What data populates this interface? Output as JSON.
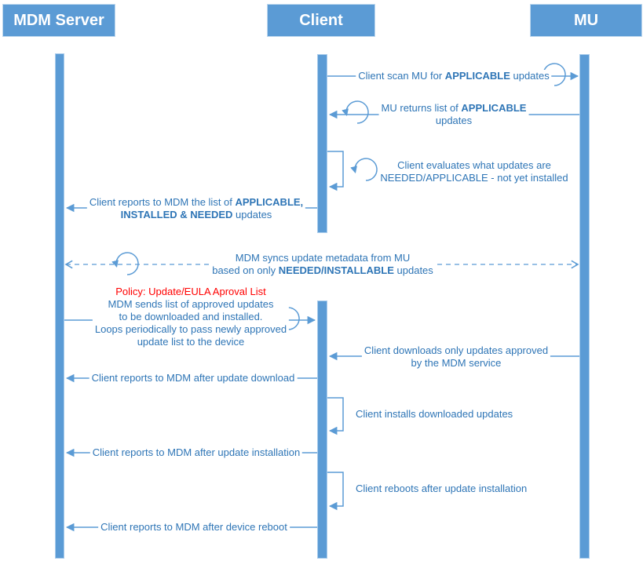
{
  "actors": [
    {
      "name": "MDM Server"
    },
    {
      "name": "Client"
    },
    {
      "name": "MU"
    }
  ],
  "colors": {
    "accent_blue": "#5B9BD5",
    "label_text_blue": "#2E75B6",
    "policy_red": "#FF0000"
  },
  "messages": {
    "scan": {
      "pre": "Client scan MU for ",
      "bold": "APPLICABLE",
      "post": " updates"
    },
    "returns": {
      "pre": "MU returns list of ",
      "bold": "APPLICABLE",
      "line2": "updates"
    },
    "evaluates": {
      "line1": "Client evaluates what updates are",
      "line2": "NEEDED/APPLICABLE - not yet installed"
    },
    "reports_list": {
      "pre": "Client reports to MDM the list of ",
      "bold1": "APPLICABLE,",
      "bold2": "INSTALLED & NEEDED",
      "post": " updates"
    },
    "syncs": {
      "line1": "MDM syncs update metadata from MU",
      "pre2": "based on only ",
      "bold2": "NEEDED/INSTALLABLE",
      "post2": " updates"
    },
    "policy": {
      "title": "Policy: Update/EULA Aproval List",
      "line1": "MDM sends list of approved updates",
      "line2": "to be downloaded and installed.",
      "line3": "Loops periodically to pass newly approved",
      "line4": "update list to the device"
    },
    "downloads": {
      "line1": "Client downloads only updates approved",
      "line2": "by the MDM service"
    },
    "report_download": {
      "text": "Client reports to MDM after update download"
    },
    "installs": {
      "text": "Client installs downloaded updates"
    },
    "report_install": {
      "text": "Client reports to MDM after update installation"
    },
    "reboots": {
      "text": "Client reboots after update installation"
    },
    "report_reboot": {
      "text": "Client reports to MDM after device reboot"
    }
  }
}
